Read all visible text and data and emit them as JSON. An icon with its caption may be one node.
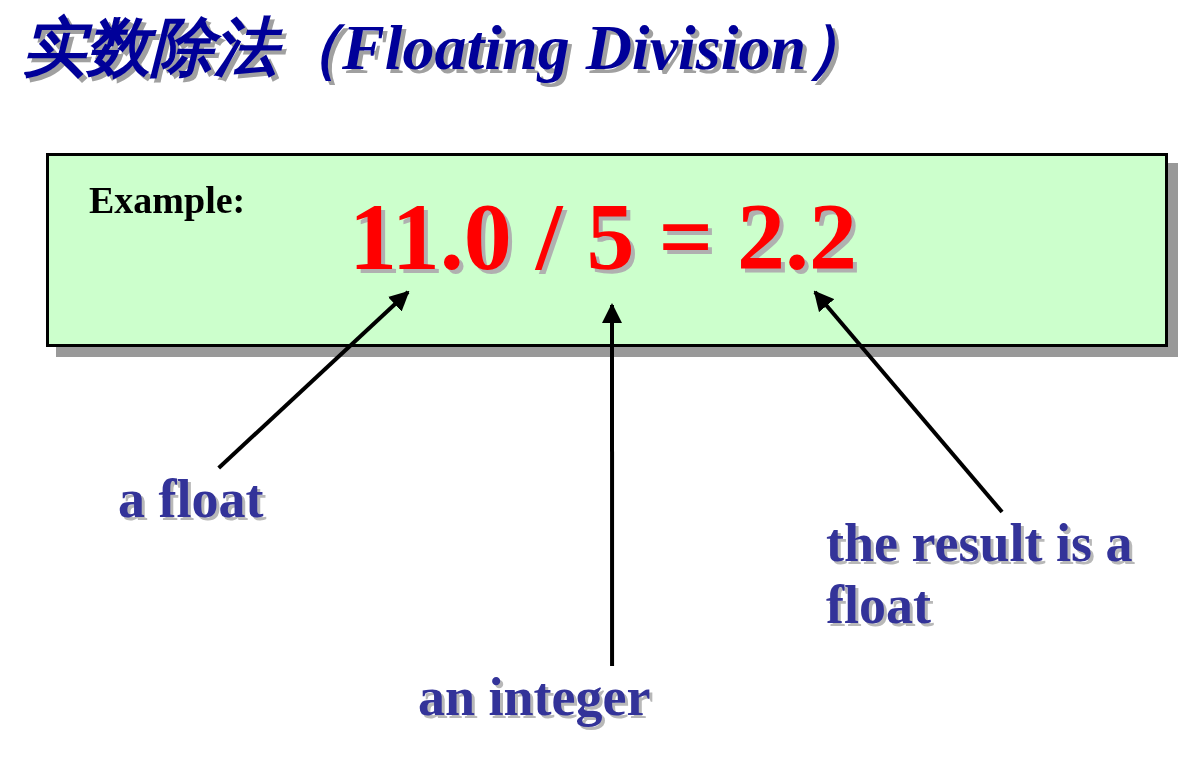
{
  "diagram": {
    "title": "实数除法（Floating Division）",
    "nodes": [
      {
        "text": [
          "Example:",
          "11.0 / 5 = 2.2"
        ]
      },
      {
        "text": [
          "a float"
        ]
      },
      {
        "text": [
          "an integer"
        ]
      },
      {
        "text": [
          "the result is a float"
        ]
      }
    ],
    "edges": [
      {
        "from": 1,
        "to": 0,
        "arrow": "to"
      },
      {
        "from": 2,
        "to": 0,
        "arrow": "to"
      },
      {
        "from": 3,
        "to": 0,
        "arrow": "to"
      }
    ]
  }
}
